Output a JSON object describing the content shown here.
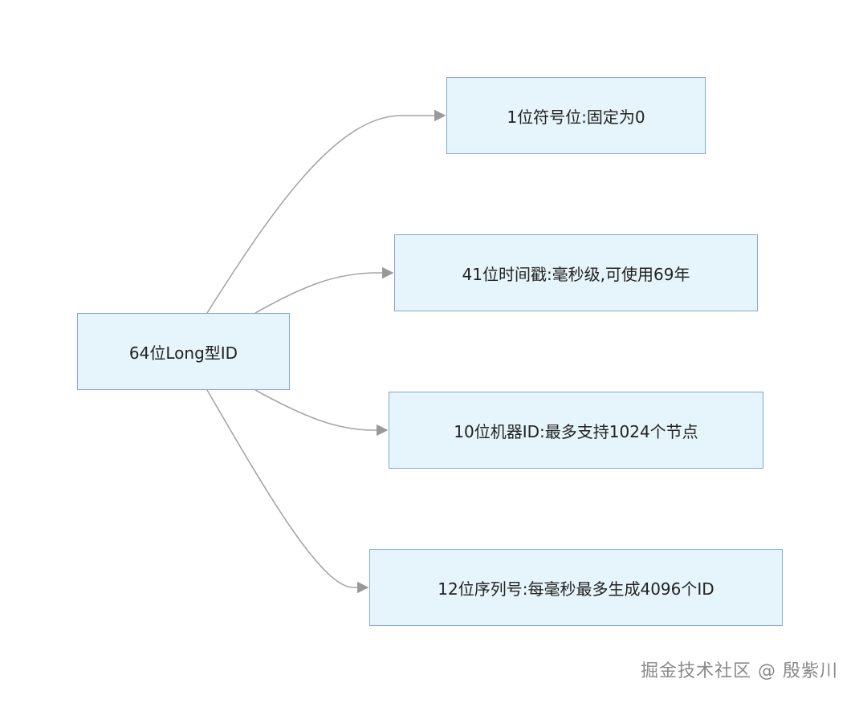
{
  "root": {
    "label": "64位Long型ID"
  },
  "parts": [
    {
      "label": "1位符号位:固定为0"
    },
    {
      "label": "41位时间戳:毫秒级,可使用69年"
    },
    {
      "label": "10位机器ID:最多支持1024个节点"
    },
    {
      "label": "12位序列号:每毫秒最多生成4096个ID"
    }
  ],
  "watermark": "掘金技术社区 @ 殷紫川",
  "colors": {
    "node_fill": "#e6f4fc",
    "node_border": "#7fa8dc",
    "edge": "#a6a6a6",
    "arrow": "#999999"
  }
}
